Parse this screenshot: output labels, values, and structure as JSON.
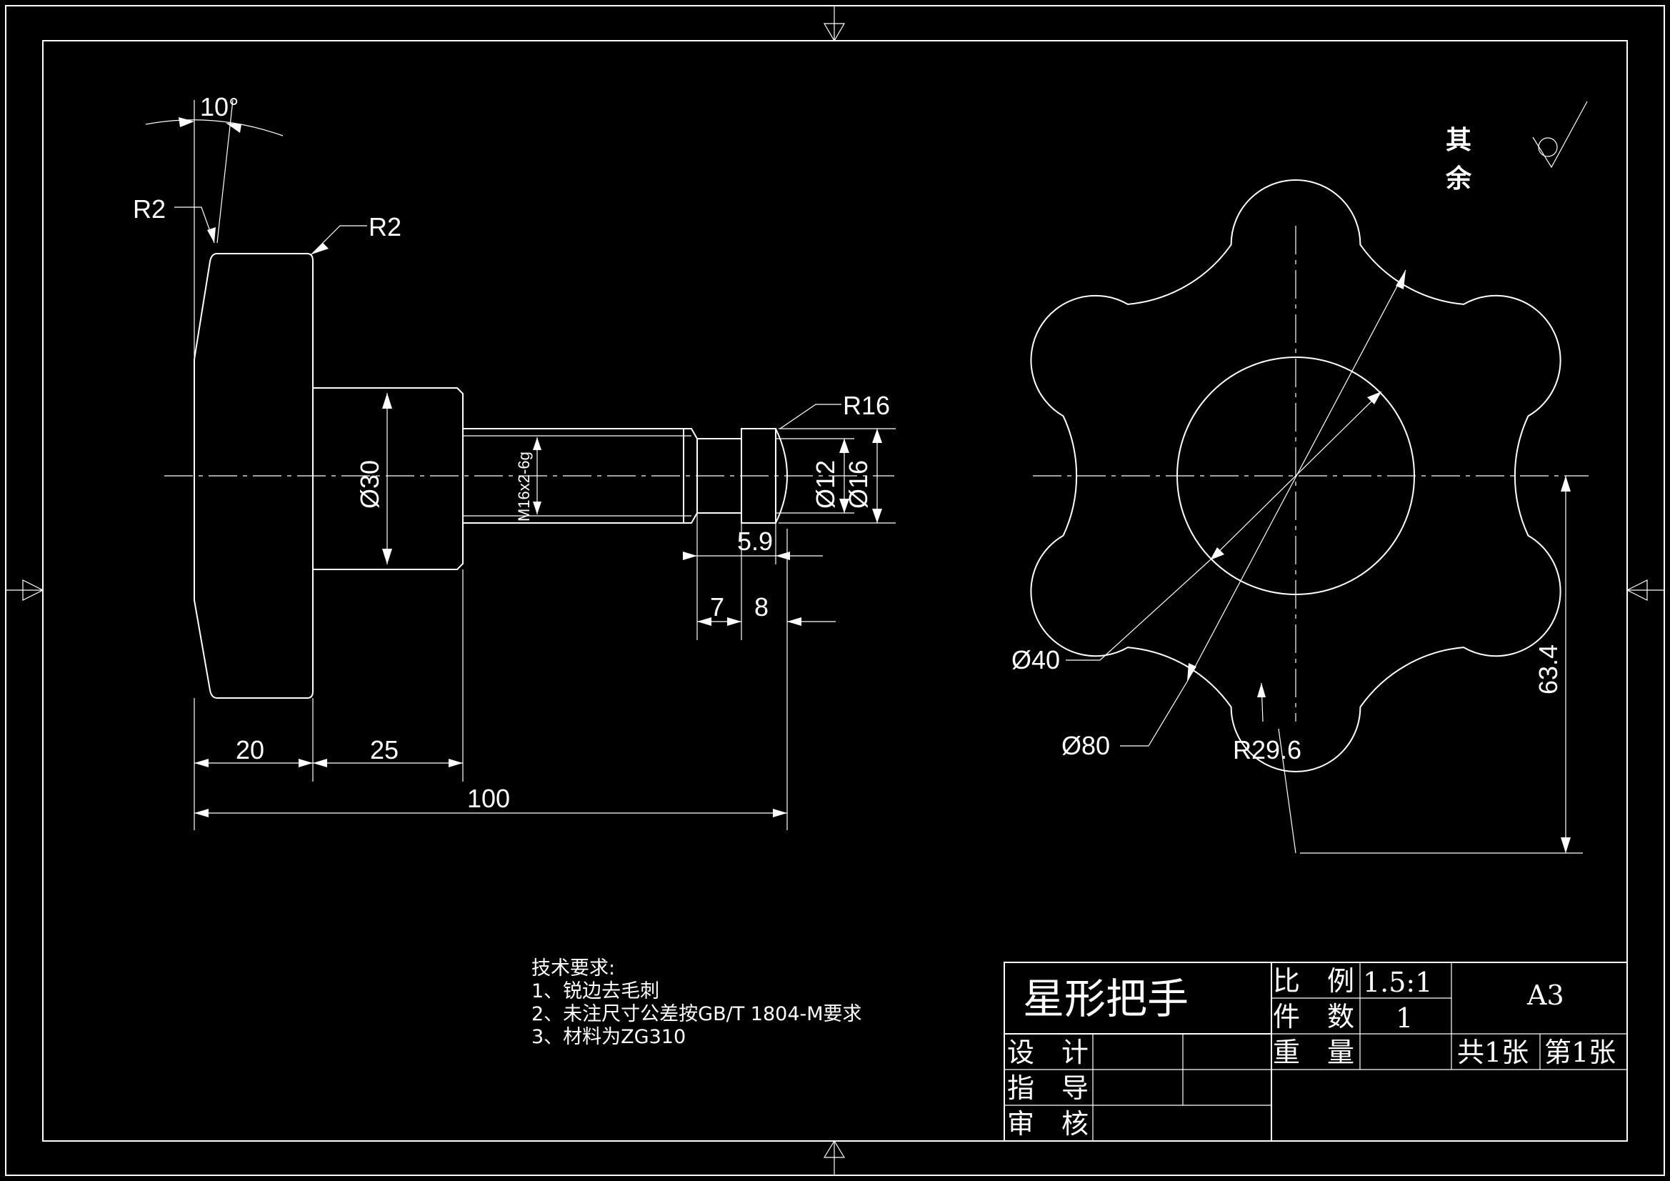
{
  "colors": {
    "background": "#000000",
    "line": "#ffffff"
  },
  "roughness": {
    "label_line1": "其",
    "label_line2": "余"
  },
  "side_view": {
    "angle": "10°",
    "radius_left": "R2",
    "radius_right": "R2",
    "dia_collar": "Ø30",
    "thread": "M16x2-6g",
    "radius_tip": "R16",
    "dia_small": "Ø12",
    "dia_tip": "Ø16",
    "len_groove": "5.9",
    "len_7": "7",
    "len_8": "8",
    "len_20": "20",
    "len_25": "25",
    "len_total": "100"
  },
  "front_view": {
    "dia_inner": "Ø40",
    "dia_outer": "Ø80",
    "radius_lobe": "R29.6",
    "height": "63.4"
  },
  "notes": {
    "heading": "技术要求:",
    "items": [
      "1、锐边去毛刺",
      "2、未注尺寸公差按GB/T 1804-M要求",
      "3、材料为ZG310"
    ]
  },
  "title_block": {
    "part_name": "星形把手",
    "scale_label": "比　例",
    "scale_value": "1.5:1",
    "qty_label": "件　数",
    "qty_value": "1",
    "weight_label": "重　量",
    "paper": "A3",
    "sheets_total": "共1张",
    "sheet_no": "第1张",
    "design_label": "设　计",
    "guide_label": "指　导",
    "review_label": "审　核"
  }
}
